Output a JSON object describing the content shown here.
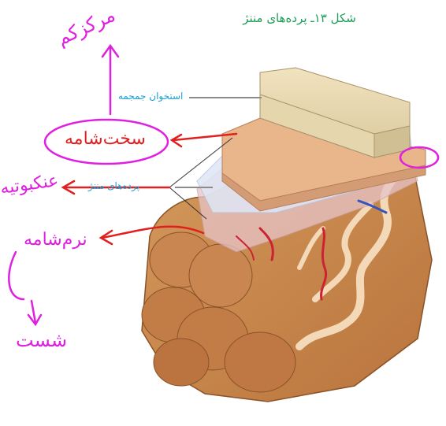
{
  "caption": "شکل ۱۳ـ پرده‌های مننژ",
  "labels": {
    "skull_bone": "استخوان جمجمه",
    "meninges": "پرده‌های مننژ"
  },
  "handwriting": {
    "top_word": "مرکزکم",
    "dura": "سخت‌شامه",
    "arachnoid": "عنکبوتیه",
    "pia": "نرم‌شامه",
    "bottom_word": "شست"
  },
  "colors": {
    "caption": "#1e9e5a",
    "label": "#1da0d4",
    "ink_magenta": "#e020e0",
    "ink_red": "#e02020"
  }
}
